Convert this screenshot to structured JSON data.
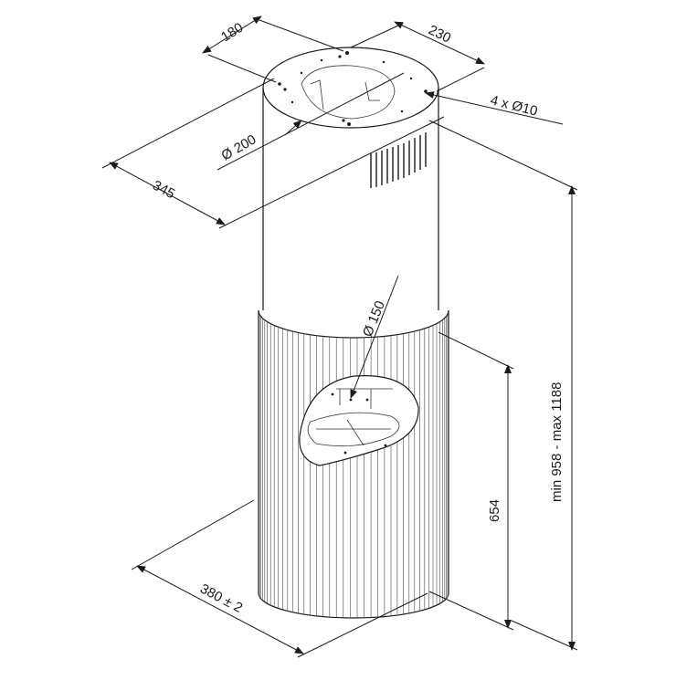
{
  "dimensions": {
    "top_depth": "180",
    "top_width": "230",
    "holes": "4 x Ø10",
    "duct_diameter": "Ø 200",
    "top_offset": "345",
    "inner_duct": "Ø 150",
    "total_height": "min 958 - max 1188",
    "lower_height": "654",
    "base_diameter": "380 ± 2"
  }
}
